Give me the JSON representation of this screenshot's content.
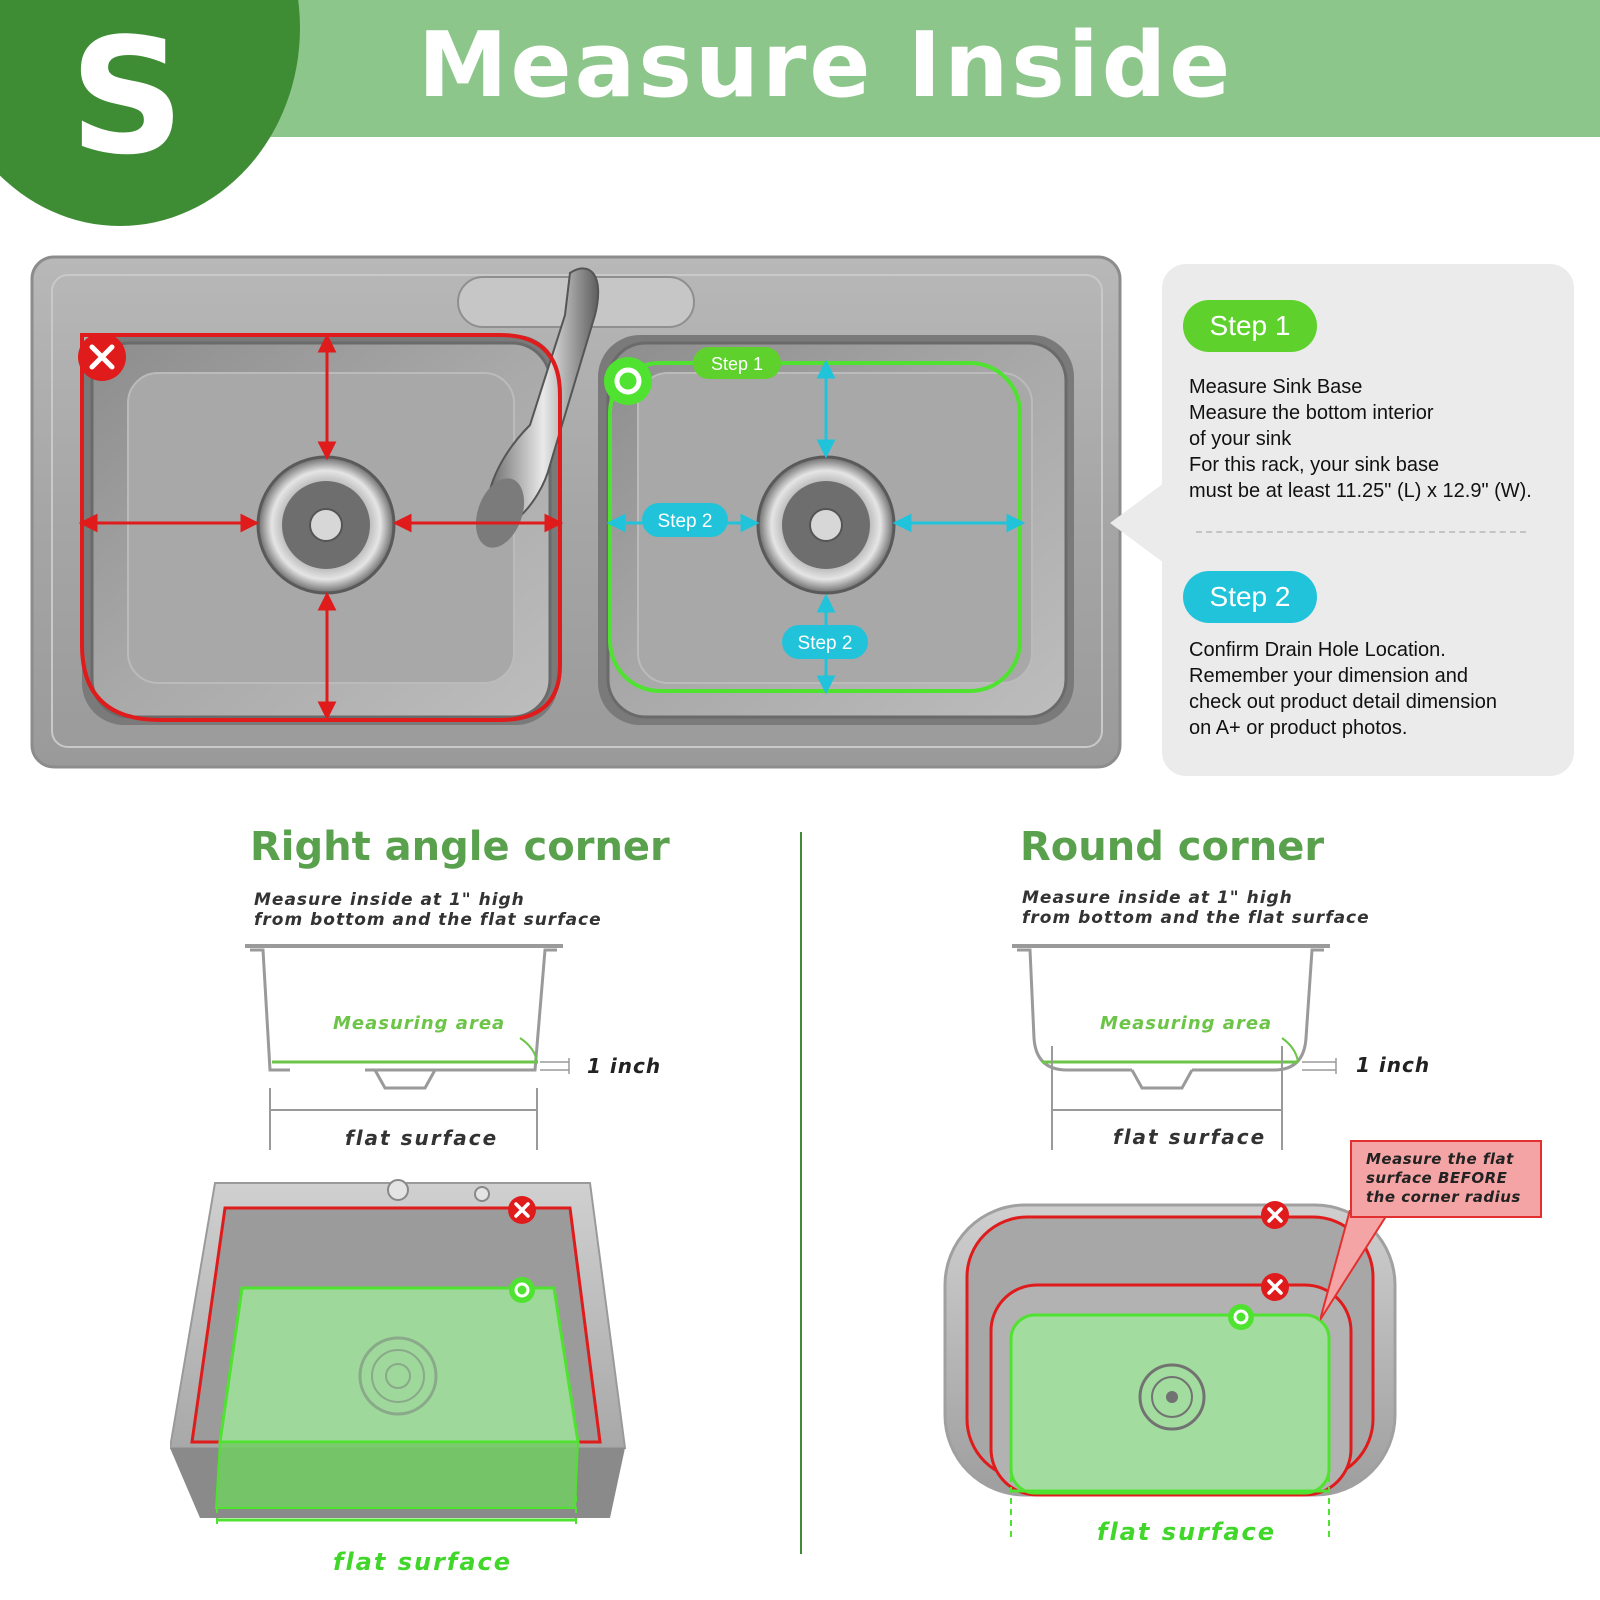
{
  "header": {
    "badge_letter": "S",
    "title": "Measure Inside",
    "colors": {
      "band": "#8dc68a",
      "badge": "#3e8d35",
      "text": "#ffffff"
    }
  },
  "sink_photo": {
    "step1_label": "Step 1",
    "step2_label_side": "Step 2",
    "step2_label_bottom": "Step 2",
    "wrong_marker_icon": "x-circle-icon",
    "correct_marker_icon": "o-ring-icon"
  },
  "info_panel": {
    "step1": {
      "label": "Step 1",
      "lines": [
        "Measure Sink Base",
        "Measure the bottom interior",
        "of your sink",
        "For this rack, your sink base",
        "must be at least 11.25\" (L) x 12.9\" (W)."
      ]
    },
    "step2": {
      "label": "Step 2",
      "lines": [
        "Confirm Drain Hole Location.",
        "Remember your dimension and",
        "check out product detail dimension",
        "on A+ or product photos."
      ]
    },
    "colors": {
      "step1": "#5fd12d",
      "step2": "#21c3da",
      "panel": "#ebebeb"
    }
  },
  "right_angle": {
    "title": "Right angle corner",
    "note_lines": [
      "Measure inside at 1\" high",
      "from bottom and the flat surface"
    ],
    "measuring_area": "Measuring area",
    "inch": "1 inch",
    "flat_surface": "flat surface",
    "photo_flat_surface": "flat surface"
  },
  "round_corner": {
    "title": "Round corner",
    "note_lines": [
      "Measure inside at 1\" high",
      "from bottom and the flat surface"
    ],
    "measuring_area": "Measuring area",
    "inch": "1 inch",
    "flat_surface": "flat surface",
    "photo_flat_surface": "flat surface",
    "callout_lines": [
      "Measure the flat",
      "surface BEFORE",
      "the corner radius"
    ]
  }
}
